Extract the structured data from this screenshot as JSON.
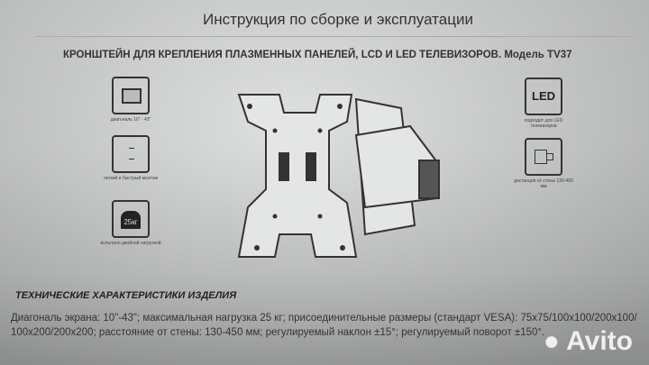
{
  "title": "Инструкция по сборке и эксплуатации",
  "subtitle": "КРОНШТЕЙН ДЛЯ КРЕПЛЕНИЯ ПЛАЗМЕННЫХ ПАНЕЛЕЙ, LCD И LED ТЕЛЕВИЗОРОВ. Модель TV37",
  "features_left": [
    {
      "icon": "screen-diagonal-icon",
      "label": "диагональ 10\" - 43\""
    },
    {
      "icon": "quick-mount-icon",
      "label": "легкий и быстрый монтаж"
    },
    {
      "icon": "weight-icon",
      "badge": "25кг",
      "label": "испытано двойной нагрузкой"
    }
  ],
  "features_right": [
    {
      "icon": "led-icon",
      "badge": "LED",
      "label": "подходит для LED телевизоров"
    },
    {
      "icon": "wall-distance-icon",
      "label": "дистанция от стены 130-450 мм"
    }
  ],
  "specs_heading": "ТЕХНИЧЕСКИЕ ХАРАКТЕРИСТИКИ ИЗДЕЛИЯ",
  "specs_text": "Диагональ экрана: 10\"-43\"; максимальная нагрузка 25 кг; присоединительные размеры (стандарт VESA): 75x75/100x100/200x100/ 100x200/200x200; расстояние от стены: 130-450 мм; регулируемый наклон ±15°; регулируемый поворот ±150°.",
  "watermark": "Avito"
}
